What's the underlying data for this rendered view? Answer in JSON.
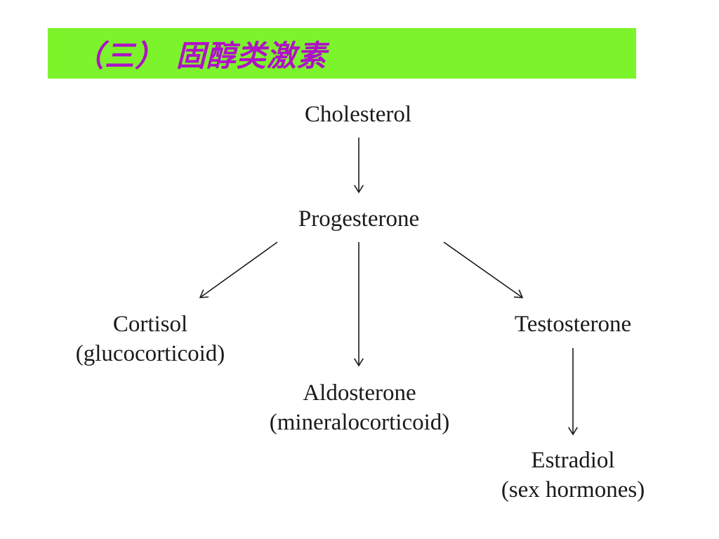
{
  "header": {
    "title": "（三） 固醇类激素",
    "bar_color": "#7cf42c",
    "text_color": "#b010c8"
  },
  "diagram": {
    "nodes": {
      "cholesterol": {
        "name": "Cholesterol",
        "note": ""
      },
      "progesterone": {
        "name": "Progesterone",
        "note": ""
      },
      "cortisol": {
        "name": "Cortisol",
        "note": "(glucocorticoid)"
      },
      "aldosterone": {
        "name": "Aldosterone",
        "note": "(mineralocorticoid)"
      },
      "testosterone": {
        "name": "Testosterone",
        "note": ""
      },
      "estradiol": {
        "name": "Estradiol",
        "note": "(sex hormones)"
      }
    },
    "edges": [
      {
        "from": "cholesterol",
        "to": "progesterone"
      },
      {
        "from": "progesterone",
        "to": "cortisol"
      },
      {
        "from": "progesterone",
        "to": "aldosterone"
      },
      {
        "from": "progesterone",
        "to": "testosterone"
      },
      {
        "from": "testosterone",
        "to": "estradiol"
      }
    ],
    "arrow_color": "#1a1a1a"
  }
}
